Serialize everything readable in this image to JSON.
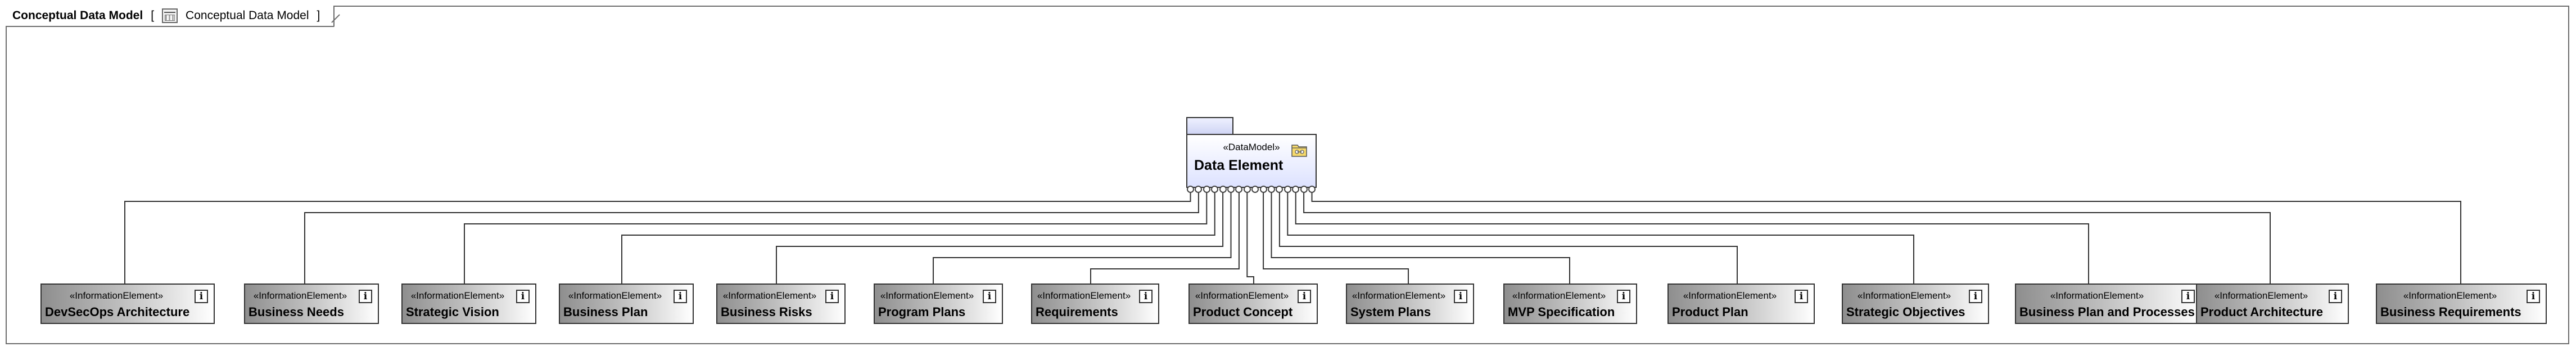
{
  "frame": {
    "title": "Conceptual Data Model",
    "diagram_ref": "Conceptual Data Model",
    "bracket_open": "[",
    "bracket_close": "]"
  },
  "data_model": {
    "stereotype": "«DataModel»",
    "name": "Data Element"
  },
  "info_stereotype": "«InformationElement»",
  "info_glyph": "i",
  "elements": [
    {
      "name": "DevSecOps Architecture"
    },
    {
      "name": "Business Needs"
    },
    {
      "name": "Strategic Vision"
    },
    {
      "name": "Business Plan"
    },
    {
      "name": "Business Risks"
    },
    {
      "name": "Program Plans"
    },
    {
      "name": "Requirements"
    },
    {
      "name": "Product Concept"
    },
    {
      "name": "System Plans"
    },
    {
      "name": "MVP Specification"
    },
    {
      "name": "Product Plan"
    },
    {
      "name": "Strategic Objectives"
    },
    {
      "name": "Business Plan and Processes"
    },
    {
      "name": "Product Architecture"
    },
    {
      "name": "Business Requirements"
    }
  ],
  "colors": {
    "frame_border": "#6e6e6e",
    "data_model_fill": "#dde2ff",
    "element_fill_dark": "#8e8e8e",
    "element_fill_light": "#ffffff",
    "connector": "#333333"
  },
  "icons": {
    "frame": "diagram-icon",
    "data_model": "package-folder-icon",
    "element": "info-icon"
  }
}
